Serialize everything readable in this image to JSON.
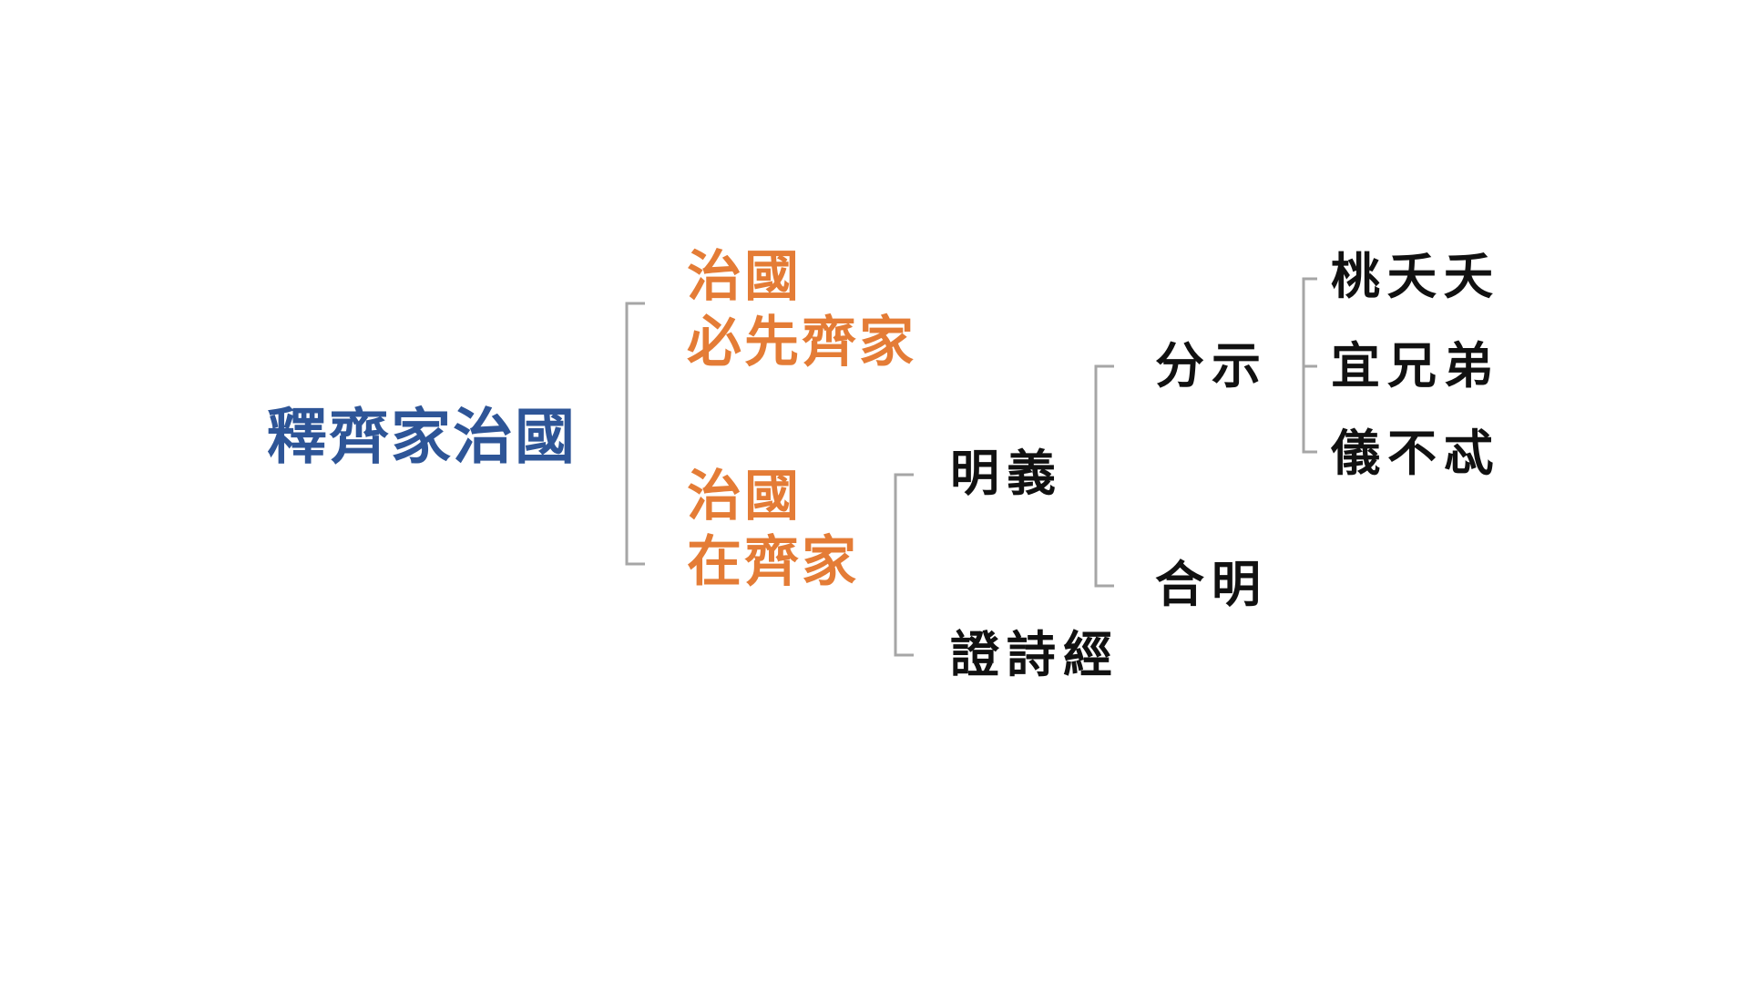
{
  "colors": {
    "root": "#2e5597",
    "level1": "#e47c36",
    "text": "#111111",
    "connector": "#a6a6a6"
  },
  "tree": {
    "root": "釋齊家治國",
    "branch1": {
      "line1": "治國",
      "line2": "必先齊家"
    },
    "branch2": {
      "line1": "治國",
      "line2": "在齊家",
      "children": {
        "ming_yi": {
          "label": "明義",
          "children": {
            "fen_shi": {
              "label": "分示",
              "children": [
                "桃夭夭",
                "宜兄弟",
                "儀不忒"
              ]
            },
            "he_ming": {
              "label": "合明"
            }
          }
        },
        "zheng_shi_jing": {
          "label": "證詩經"
        }
      }
    }
  }
}
